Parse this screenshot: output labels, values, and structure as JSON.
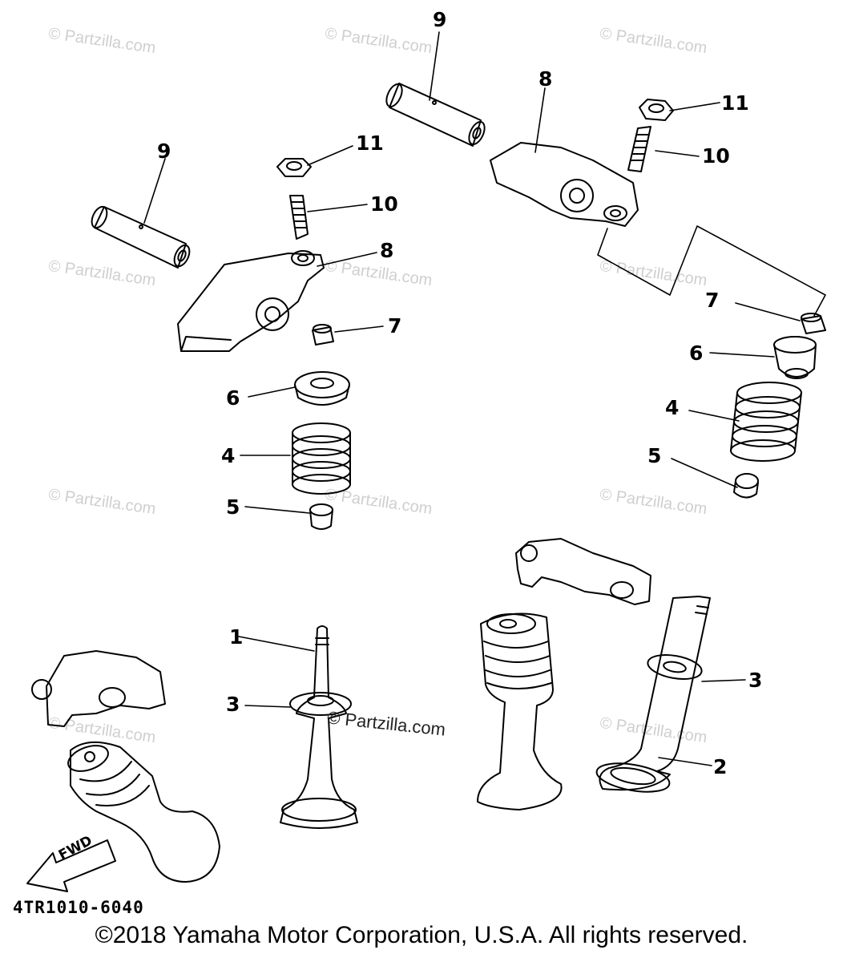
{
  "diagram": {
    "watermark_text": "© Partzilla.com",
    "inline_watermark": "© Partzilla.com",
    "callouts": {
      "c1": "1",
      "c2": "2",
      "c3a": "3",
      "c3b": "3",
      "c4a": "4",
      "c4b": "4",
      "c5a": "5",
      "c5b": "5",
      "c6a": "6",
      "c6b": "6",
      "c7a": "7",
      "c7b": "7",
      "c8a": "8",
      "c8b": "8",
      "c9a": "9",
      "c9b": "9",
      "c10a": "10",
      "c10b": "10",
      "c11a": "11",
      "c11b": "11"
    },
    "fwd_label": "FWD",
    "drawing_code": "4TR1010-6040",
    "copyright": "©2018 Yamaha Motor Corporation, U.S.A. All rights reserved."
  },
  "colors": {
    "line": "#000000",
    "watermark": "#cfcfcf",
    "background": "#ffffff"
  }
}
